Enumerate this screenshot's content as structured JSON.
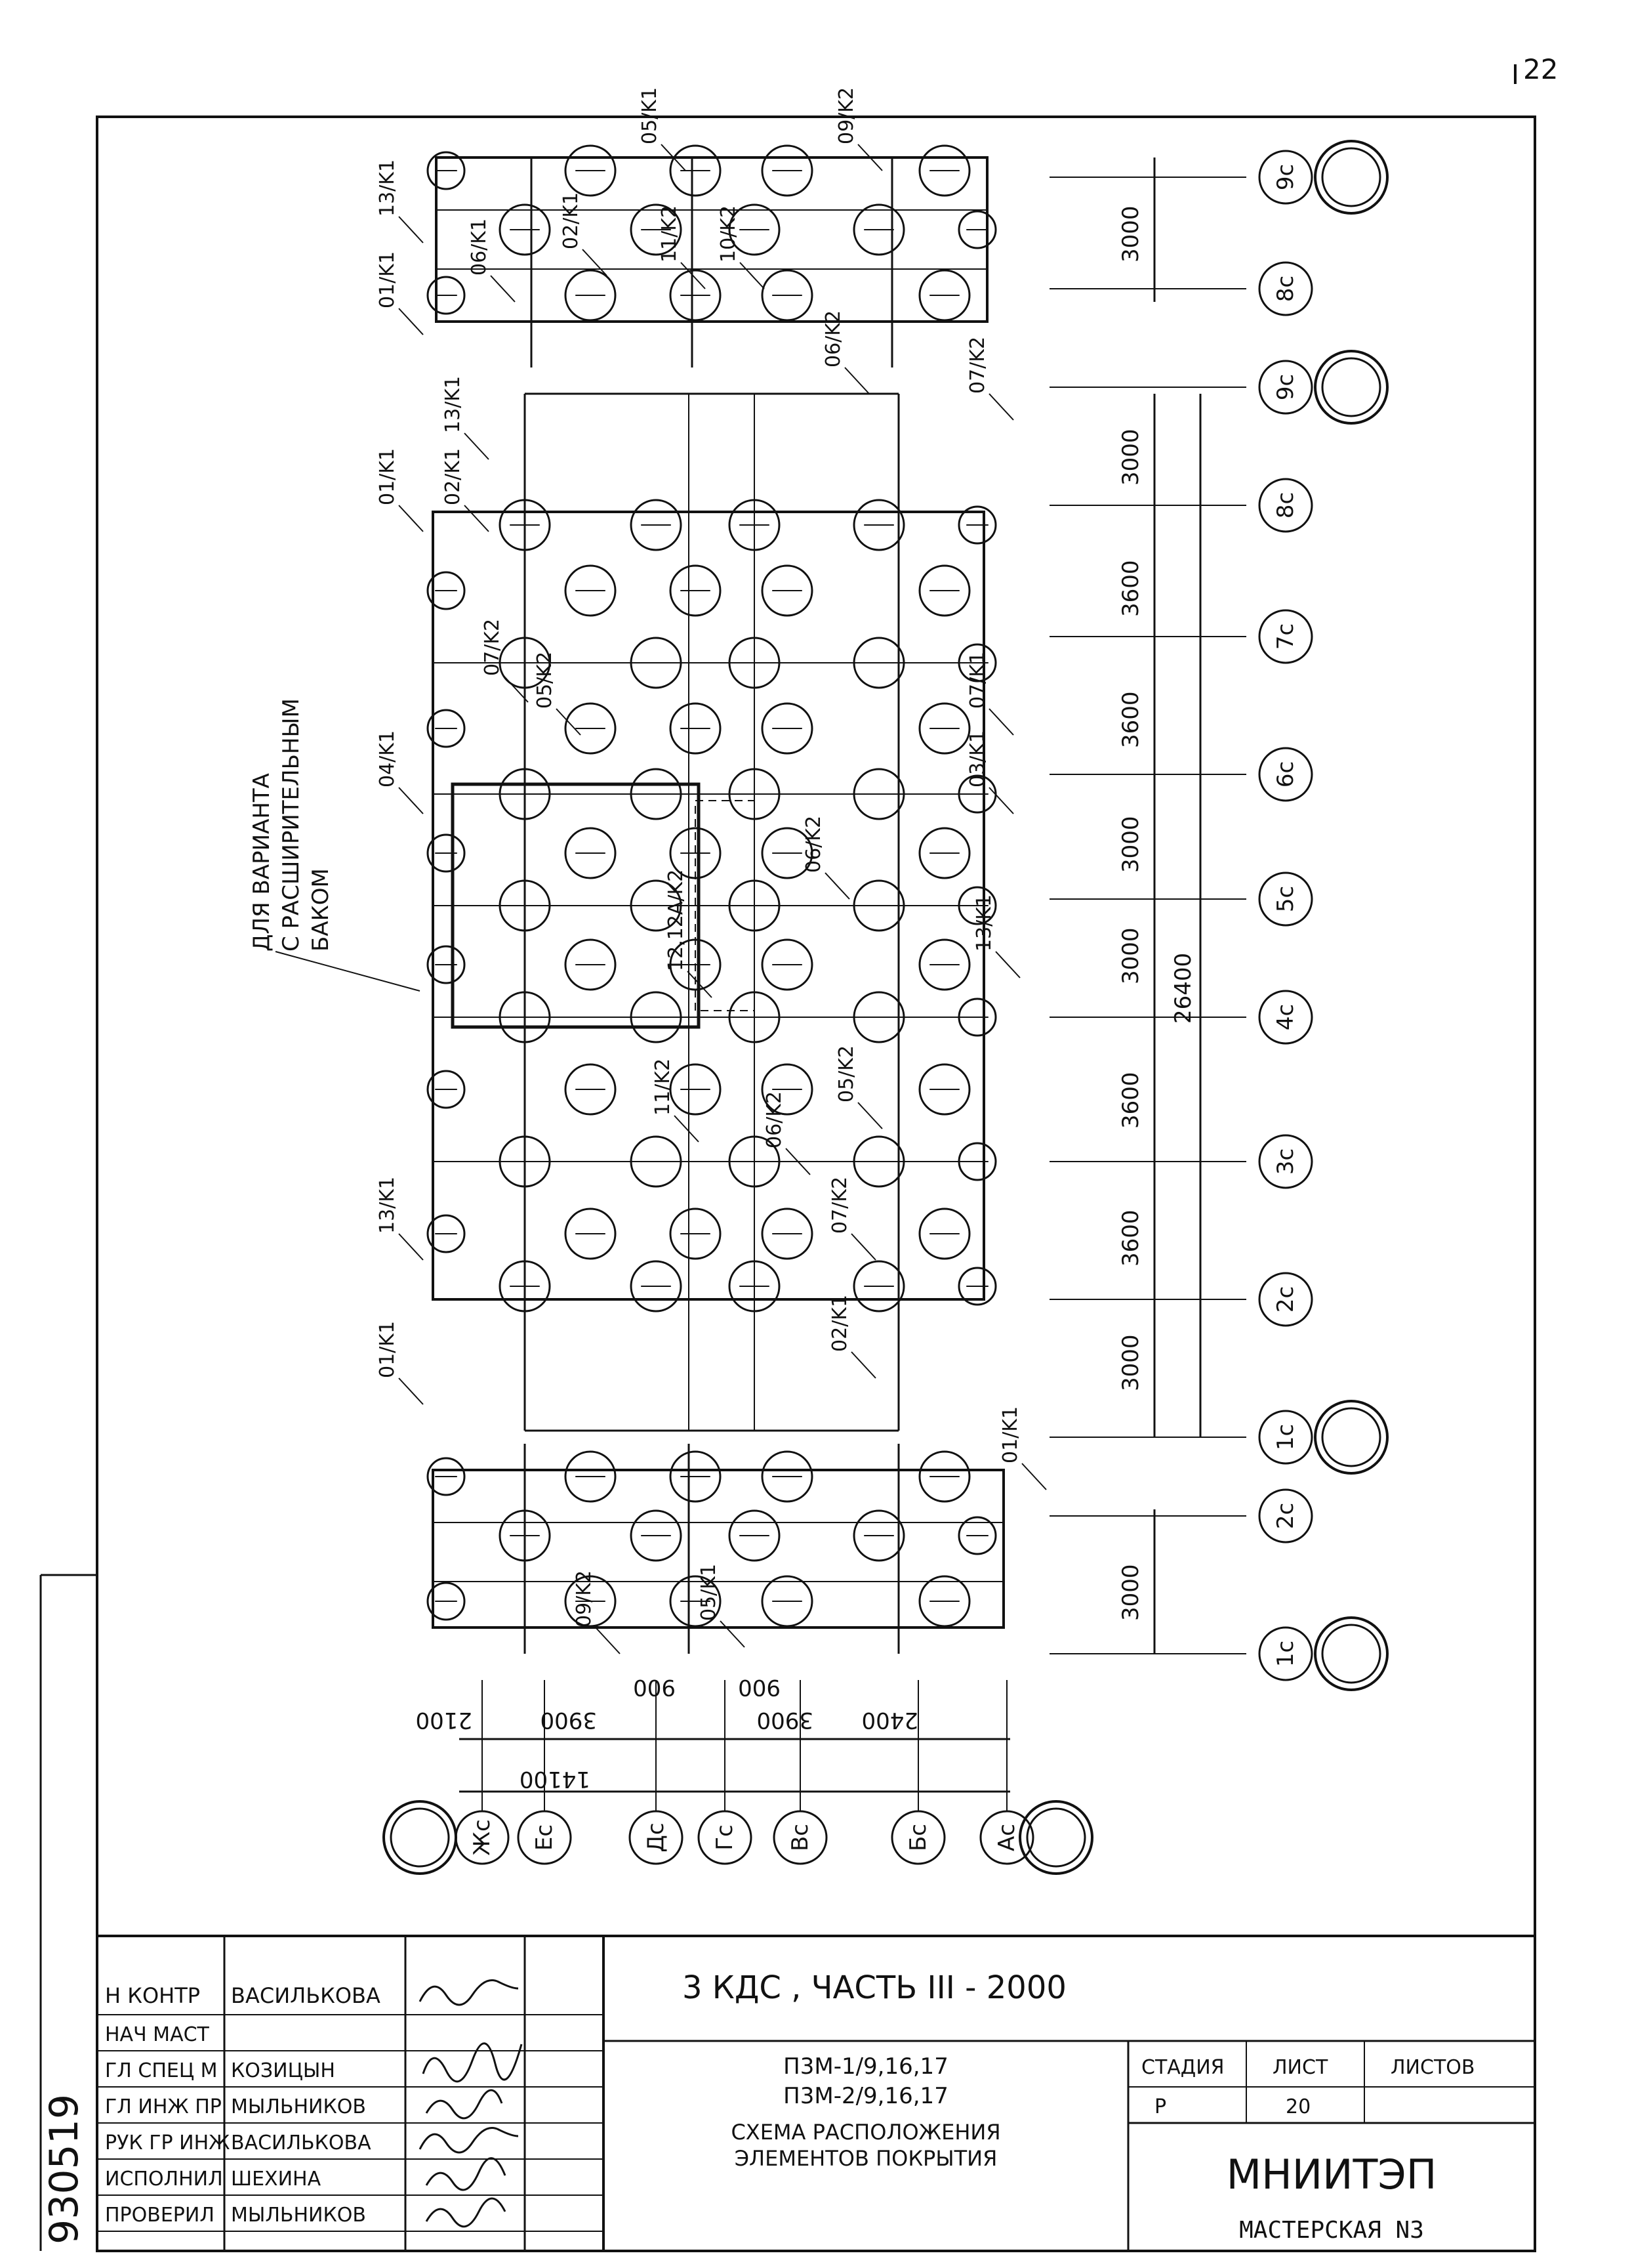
{
  "page_number": "22",
  "inventory_number": "930519",
  "variant_note": [
    "ДЛЯ ВАРИАНТА",
    "С РАСШИРИТЕЛЬНЫМ",
    "БАКОМ"
  ],
  "axes_numeric": [
    "9с",
    "8с",
    "9с",
    "8с",
    "7с",
    "6с",
    "5с",
    "4с",
    "3с",
    "2с",
    "1с",
    "2с",
    "1с"
  ],
  "axes_letter": [
    "Жс",
    "Ес",
    "Дс",
    "Гс",
    "Вс",
    "Бс",
    "Ас"
  ],
  "dims_vertical": {
    "top_block": "3000",
    "main": [
      "3000",
      "3600",
      "3600",
      "3000",
      "3000",
      "3600",
      "3600",
      "3000"
    ],
    "total": "26400",
    "bottom_block": "3000"
  },
  "dims_horizontal": {
    "parts": [
      "2100",
      "3900",
      "2400",
      "3900"
    ],
    "small": [
      "900",
      "900"
    ],
    "total": "14100"
  },
  "marks": [
    "01/K1",
    "13/K1",
    "06/K1",
    "02/K1",
    "11/K2",
    "10/K2",
    "09/K2",
    "05/K1",
    "07/K2",
    "06/K2",
    "02/K1",
    "13/K1",
    "01/K1",
    "07/K2",
    "04/K1",
    "05/K2",
    "03/K1",
    "13/K1",
    "12,12А/K2",
    "07/K1",
    "06/K2",
    "05/K2",
    "11/K2",
    "06/K2",
    "07/K2",
    "02/K1",
    "01/K1",
    "13/K1",
    "09/K2",
    "05/K1",
    "01/K1"
  ],
  "title_block": {
    "project_title": "3 КДС , ЧАСТЬ III - 2000",
    "roles": [
      {
        "role": "Н КОНТР",
        "name": "ВАСИЛЬКОВА"
      },
      {
        "role": "НАЧ МАСТ",
        "name": ""
      },
      {
        "role": "ГЛ СПЕЦ М",
        "name": "КОЗИЦЫН"
      },
      {
        "role": "ГЛ ИНЖ ПР",
        "name": "МЫЛЬНИКОВ"
      },
      {
        "role": "РУК ГР ИНЖ",
        "name": "ВАСИЛЬКОВА"
      },
      {
        "role": "ИСПОЛНИЛ",
        "name": "ШЕХИНА"
      },
      {
        "role": "ПРОВЕРИЛ",
        "name": "МЫЛЬНИКОВ"
      }
    ],
    "codes": [
      "П3М-1/9,16,17",
      "П3М-2/9,16,17"
    ],
    "sheet_title": [
      "СХЕМА РАСПОЛОЖЕНИЯ",
      "ЭЛЕМЕНТОВ ПОКРЫТИЯ"
    ],
    "stage_label": "СТАДИЯ",
    "sheet_label": "ЛИСТ",
    "sheets_label": "ЛИСТОВ",
    "stage_value": "Р",
    "sheet_value": "20",
    "sheets_value": "",
    "org": "МНИИТЭП",
    "workshop": "МАСТЕРСКАЯ  N3"
  }
}
